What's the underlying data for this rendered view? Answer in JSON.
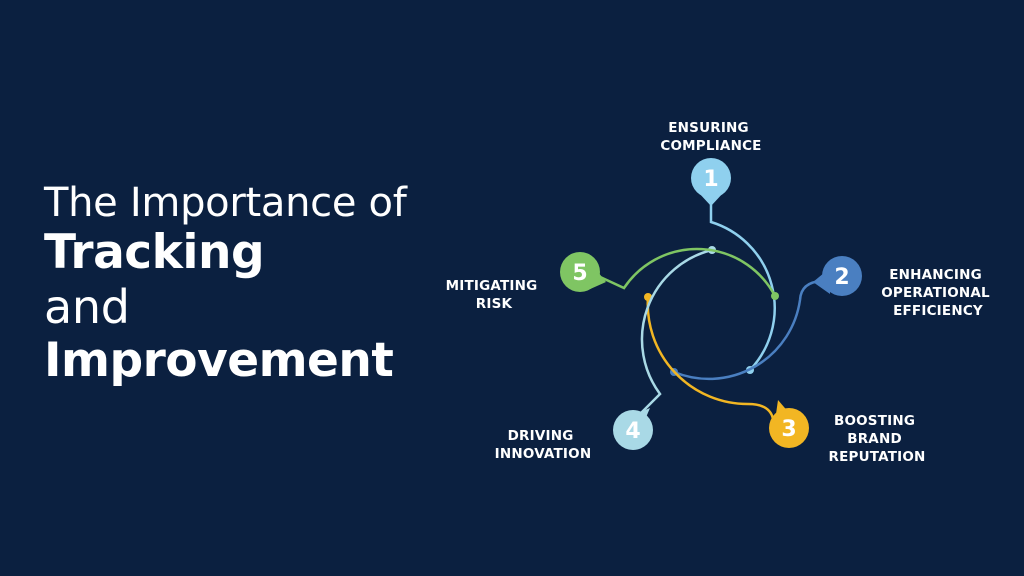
{
  "title": {
    "line1": "The Importance of",
    "line2": "Tracking",
    "line3": "and",
    "line4": "Improvement"
  },
  "colors": {
    "background": "#0b2040",
    "step1": "#8fd0ee",
    "step2": "#4a7fc1",
    "step3": "#f2b623",
    "step4": "#a9d9e6",
    "step5": "#7fc563"
  },
  "steps": [
    {
      "number": "1",
      "label_lines": [
        "ENSURING",
        "COMPLIANCE"
      ]
    },
    {
      "number": "2",
      "label_lines": [
        "ENHANCING",
        "OPERATIONAL",
        "EFFICIENCY"
      ]
    },
    {
      "number": "3",
      "label_lines": [
        "BOOSTING",
        "BRAND",
        "REPUTATION"
      ]
    },
    {
      "number": "4",
      "label_lines": [
        "DRIVING",
        "INNOVATION"
      ]
    },
    {
      "number": "5",
      "label_lines": [
        "MITIGATING",
        "RISK"
      ]
    }
  ]
}
